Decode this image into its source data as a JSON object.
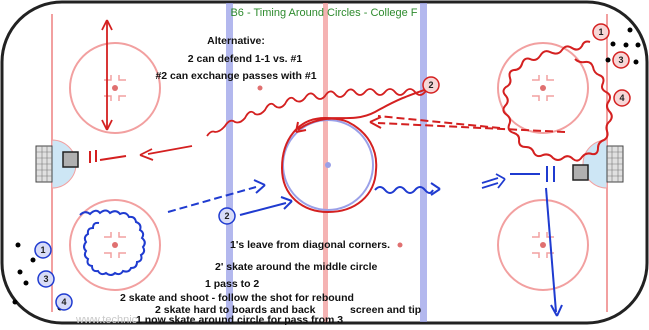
{
  "title": "B6 - Timing Around Circles - College F",
  "alternative": [
    "Alternative:",
    "2 can defend 1-1 vs. #1",
    "#2 can exchange passes with #1"
  ],
  "instructions": [
    "1's leave from diagonal corners.",
    "2' skate around the middle circle",
    "1 pass to 2",
    "2 skate and shoot - follow the shot for rebound",
    "2 skate hard to boards and back",
    "screen and tip",
    "1 now skate around circle for pass from 3"
  ],
  "watermark": "www.technic",
  "players": {
    "top_right": [
      "1",
      "3",
      "4"
    ],
    "mid_top": "2",
    "mid_bottom": "2",
    "bottom_left": [
      "1",
      "3",
      "4"
    ]
  },
  "colors": {
    "red_team": "#d42020",
    "blue_team": "#1f3bd0",
    "blue_line": "#9aa0e8",
    "red_line": "#f2a0a0",
    "crease": "#cde6f5",
    "board": "#222222"
  }
}
